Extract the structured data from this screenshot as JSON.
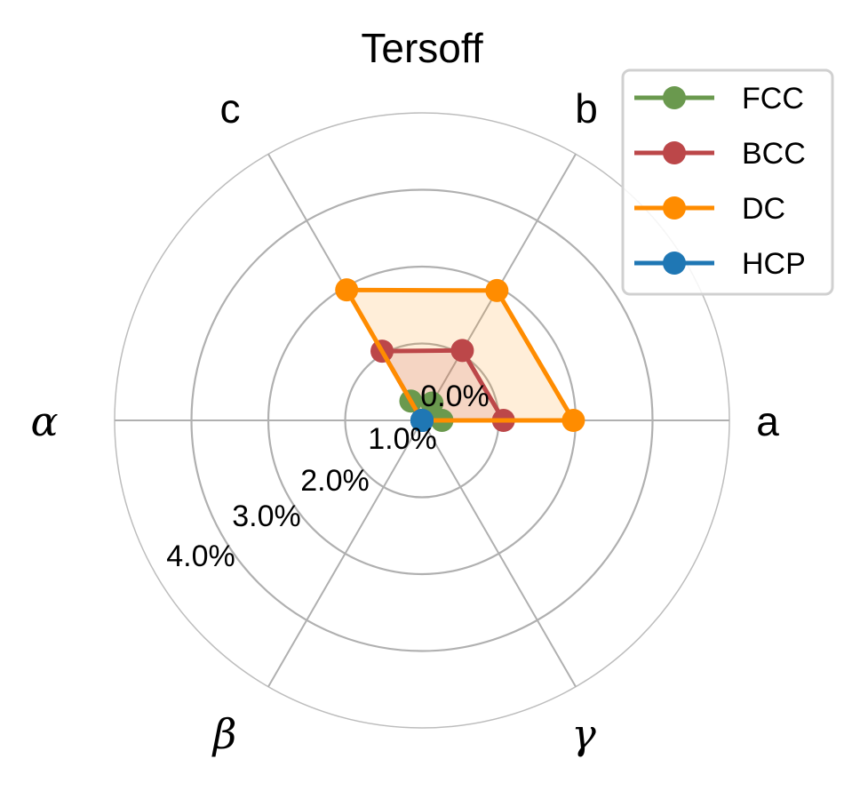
{
  "chart_data": {
    "type": "radar",
    "title": "Tersoff",
    "axes": [
      "a",
      "b",
      "c",
      "α",
      "β",
      "γ"
    ],
    "axis_angles_deg": [
      0,
      60,
      120,
      180,
      240,
      300
    ],
    "r_ticks": [
      0.0,
      1.0,
      2.0,
      3.0,
      4.0
    ],
    "r_tick_labels": [
      "0.0%",
      "1.0%",
      "2.0%",
      "3.0%",
      "4.0%"
    ],
    "rlim": [
      0,
      4.0
    ],
    "unit": "%",
    "grid": true,
    "legend_position": "upper right",
    "series": [
      {
        "name": "FCC",
        "color": "#6a994e",
        "values": [
          0.26,
          0.26,
          0.29,
          0.0,
          0.0,
          0.0
        ]
      },
      {
        "name": "BCC",
        "color": "#bc4749",
        "values": [
          1.06,
          1.05,
          1.04,
          0.0,
          0.0,
          0.0
        ]
      },
      {
        "name": "DC",
        "color": "#ff8c00",
        "values": [
          1.97,
          1.95,
          1.96,
          0.0,
          0.0,
          0.0
        ]
      },
      {
        "name": "HCP",
        "color": "#1f77b4",
        "values": [
          0.0,
          0.0,
          0.0,
          0.0,
          0.0,
          0.0
        ]
      }
    ]
  },
  "style": {
    "grid_color": "#b0b0b0",
    "frame_color": "#bdbdbd",
    "legend_frame_color": "#d0d0d0",
    "fill_alpha": 0.15
  }
}
